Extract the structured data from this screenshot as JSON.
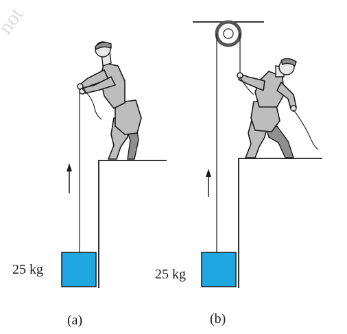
{
  "watermark": "not",
  "panels": [
    {
      "label": "(a)",
      "mass_label": "25 kg",
      "block_color": "#1ea7e1"
    },
    {
      "label": "(b)",
      "mass_label": "25 kg",
      "block_color": "#1ea7e1"
    }
  ],
  "icons": {
    "arrow_a": "up-arrow-icon",
    "arrow_b": "up-arrow-icon",
    "pulley": "pulley-icon"
  }
}
